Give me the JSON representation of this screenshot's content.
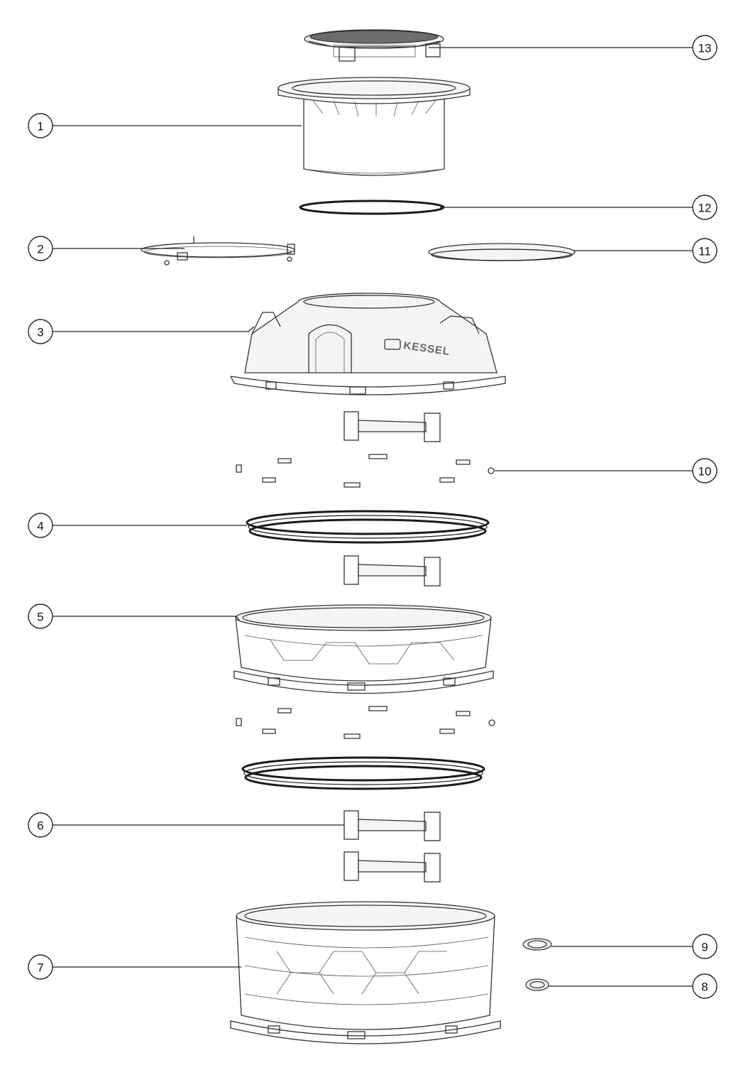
{
  "diagram": {
    "brand_logo_text": "KESSEL",
    "callouts": [
      "1",
      "2",
      "3",
      "4",
      "5",
      "6",
      "7",
      "8",
      "9",
      "10",
      "11",
      "12",
      "13"
    ]
  }
}
